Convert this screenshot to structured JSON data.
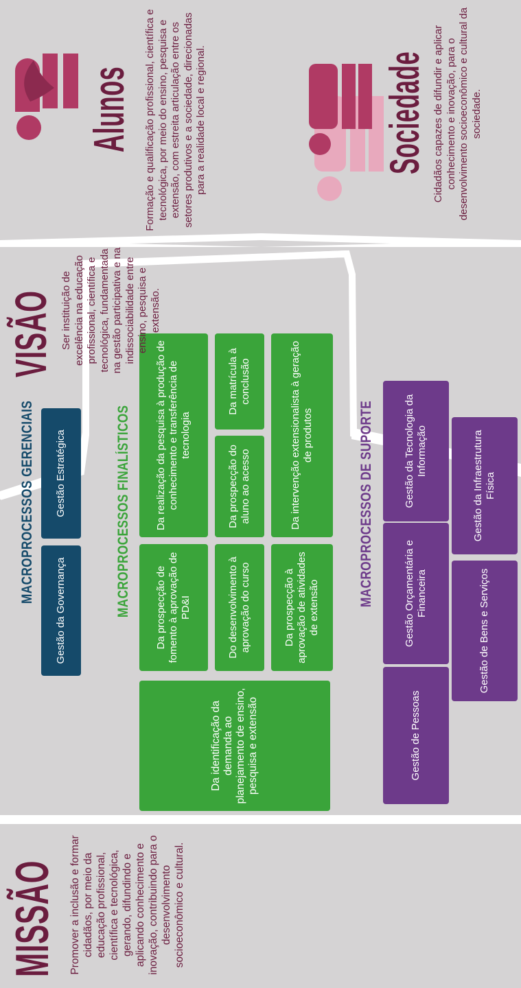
{
  "missao": {
    "title": "MISSÃO",
    "text": "Promover a inclusão e formar cidadãos, por meio da educação profissional, científica e tecnológica, gerando, difundindo e aplicando conhecimento e inovação, contribuindo para o desenvolvimento socioeconômico e cultural."
  },
  "visao": {
    "title": "VISÃO",
    "text": "Ser instituição de excelência na educação profissional, científica e tecnológica, fundamentada na gestão participativa e na indissociabilidade entre ensino, pesquisa e extensão."
  },
  "alunos": {
    "title": "Alunos",
    "text": "Formação e qualificação profissional, científica e tecnológica, por meio do ensino, pesquisa e extensão, com estreita articulação entre os setores produtivos e a sociedade, direcionadas para a realidade local e regional."
  },
  "sociedade": {
    "title": "Sociedade",
    "text": "Cidadãos capazes de difundir e aplicar conhecimento e inovação, para o desenvolvimento socioeconômico e cultural da sociedade."
  },
  "gerenciais": {
    "title": "MACROPROCESSOS GERENCIAIS",
    "boxes": [
      "Gestão da Governança",
      "Gestão Estratégica"
    ]
  },
  "finalisticos": {
    "title_a": "MACROPROCESSOS ",
    "title_b": "FINALÍSTICOS",
    "left": "Da identificação da demanda ao planejamento de ensino, pesquisa e extensão",
    "boxes": [
      "Da prospecção de fomento à aprovação de PD&I",
      "Da realização da pesquisa à produção de conhecimento e transferência de tecnologia",
      "Do desenvolvimento à aprovação do curso",
      "Da prospecção do aluno ao acesso",
      "Da matrícula à conclusão",
      "Da prospecção à aprovação de atividades de extensão",
      "Da intervenção extensionalista à geração de produtos"
    ]
  },
  "suporte": {
    "title": "MACROPROCESSOS DE SUPORTE",
    "boxes": [
      "Gestão de Pessoas",
      "Gestão Orçamentária e Financeira",
      "Gestão da Tecnologia da Informação",
      "Gestão de Bens e Serviços",
      "Gestão da Infraestrutura Física"
    ]
  },
  "colors": {
    "maroon": "#6b1d3f",
    "rose": "#b03a64",
    "blue": "#154a6a",
    "green": "#3aa43a",
    "purple": "#6d3a8a",
    "panel": "#d5d3d4"
  }
}
